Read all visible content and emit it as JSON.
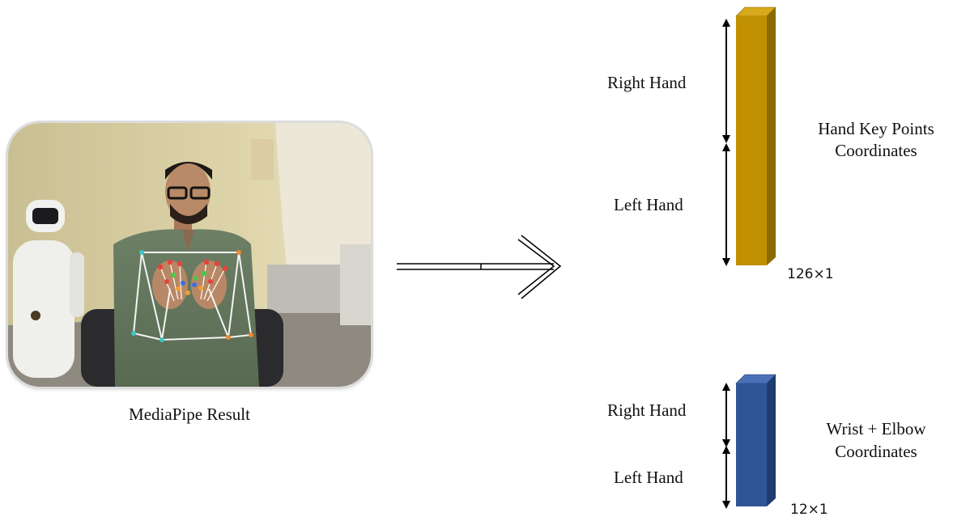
{
  "photo_caption": "MediaPipe Result",
  "colors": {
    "hand_bar": "#C09000",
    "wrist_bar": "#2F5597",
    "arrow": "#000000"
  },
  "hand_block": {
    "upper_label": "Right Hand",
    "lower_label": "Left Hand",
    "title_line1": "Hand Key Points",
    "title_line2": "Coordinates",
    "size": "126×1"
  },
  "wrist_block": {
    "upper_label": "Right Hand",
    "lower_label": "Left Hand",
    "title_line1": "Wrist + Elbow",
    "title_line2": "Coordinates",
    "size": "12×1"
  }
}
